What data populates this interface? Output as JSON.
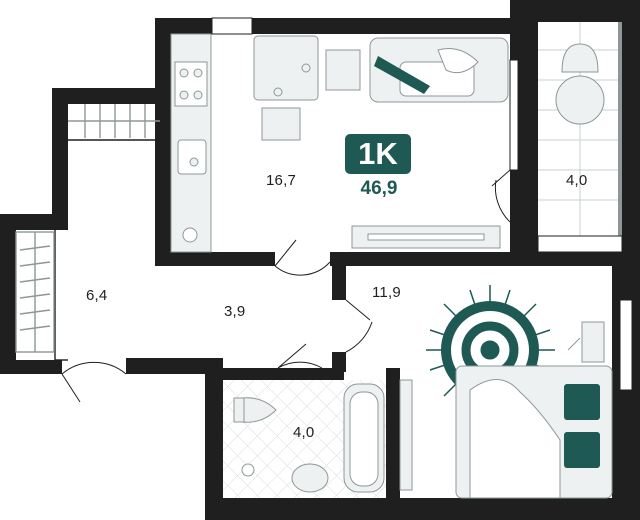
{
  "plan": {
    "type_badge": "1K",
    "total_area": "46,9",
    "rooms": {
      "kitchen_living": {
        "area": "16,7"
      },
      "balcony": {
        "area": "4,0"
      },
      "wardrobe": {
        "area": "6,4"
      },
      "hallway": {
        "area": "3,9"
      },
      "bedroom": {
        "area": "11,9"
      },
      "bathroom": {
        "area": "4,0"
      }
    }
  },
  "colors": {
    "wall": "#1f1f1f",
    "accent": "#1e5953",
    "furniture_fill": "#eef1f1",
    "furniture_stroke": "#8d9797",
    "tile": "#d8dddd"
  }
}
